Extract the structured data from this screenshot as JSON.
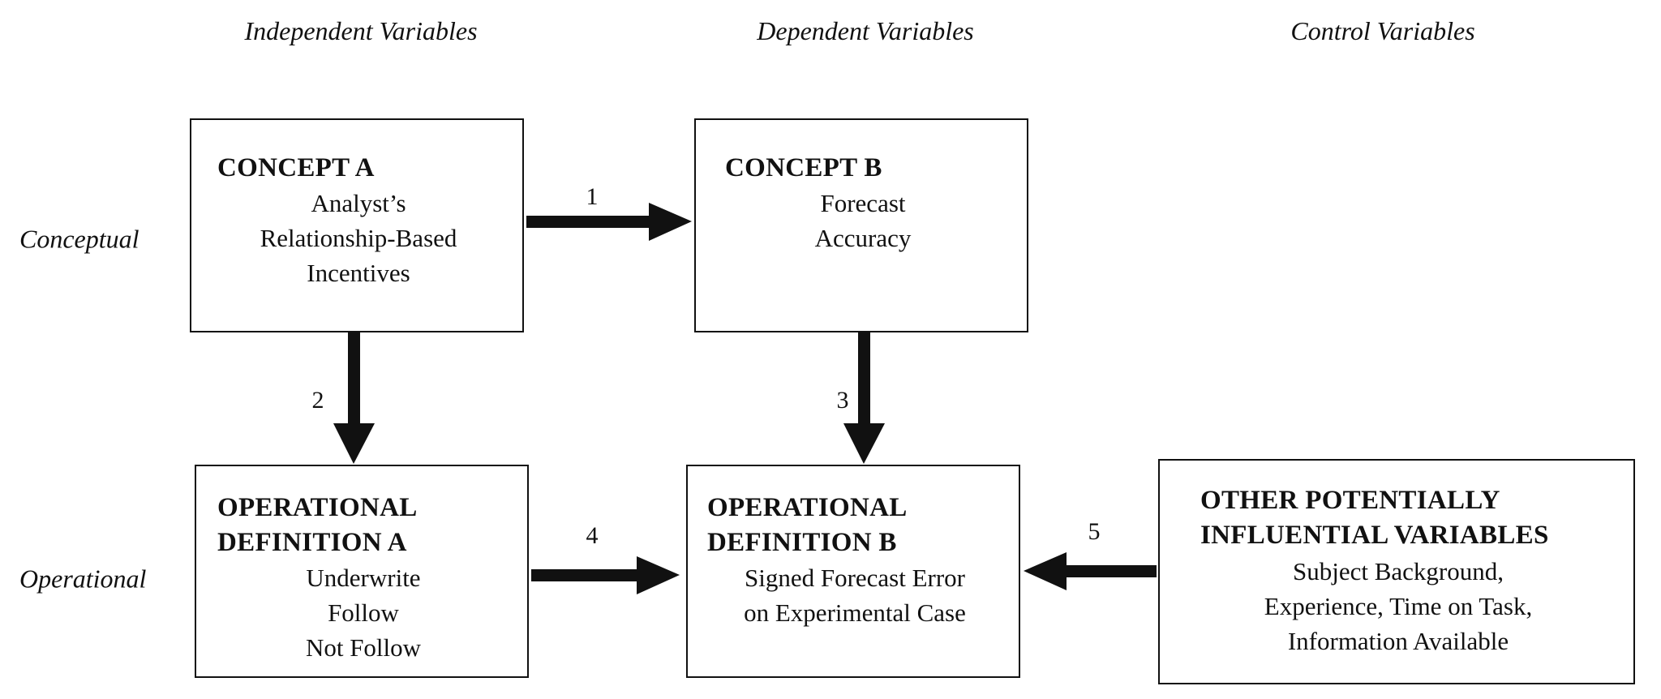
{
  "headers": {
    "independent": "Independent Variables",
    "dependent": "Dependent Variables",
    "control": "Control Variables"
  },
  "rows": {
    "conceptual": "Conceptual",
    "operational": "Operational"
  },
  "boxes": {
    "concept_a": {
      "title": "CONCEPT A",
      "body": "Analyst’s\nRelationship-Based\nIncentives"
    },
    "concept_b": {
      "title": "CONCEPT B",
      "body": "Forecast\nAccuracy"
    },
    "op_def_a": {
      "title": "OPERATIONAL\nDEFINITION A",
      "body": "Underwrite\nFollow\nNot Follow"
    },
    "op_def_b": {
      "title": "OPERATIONAL\nDEFINITION B",
      "body": "Signed Forecast Error\non  Experimental Case"
    },
    "other_vars": {
      "title": "OTHER POTENTIALLY\nINFLUENTIAL VARIABLES",
      "body": "Subject Background,\nExperience, Time on Task,\nInformation Available"
    }
  },
  "arrows": [
    {
      "label": "1",
      "from": "concept_a",
      "to": "concept_b"
    },
    {
      "label": "2",
      "from": "concept_a",
      "to": "op_def_a"
    },
    {
      "label": "3",
      "from": "concept_b",
      "to": "op_def_b"
    },
    {
      "label": "4",
      "from": "op_def_a",
      "to": "op_def_b"
    },
    {
      "label": "5",
      "from": "other_vars",
      "to": "op_def_b"
    }
  ]
}
